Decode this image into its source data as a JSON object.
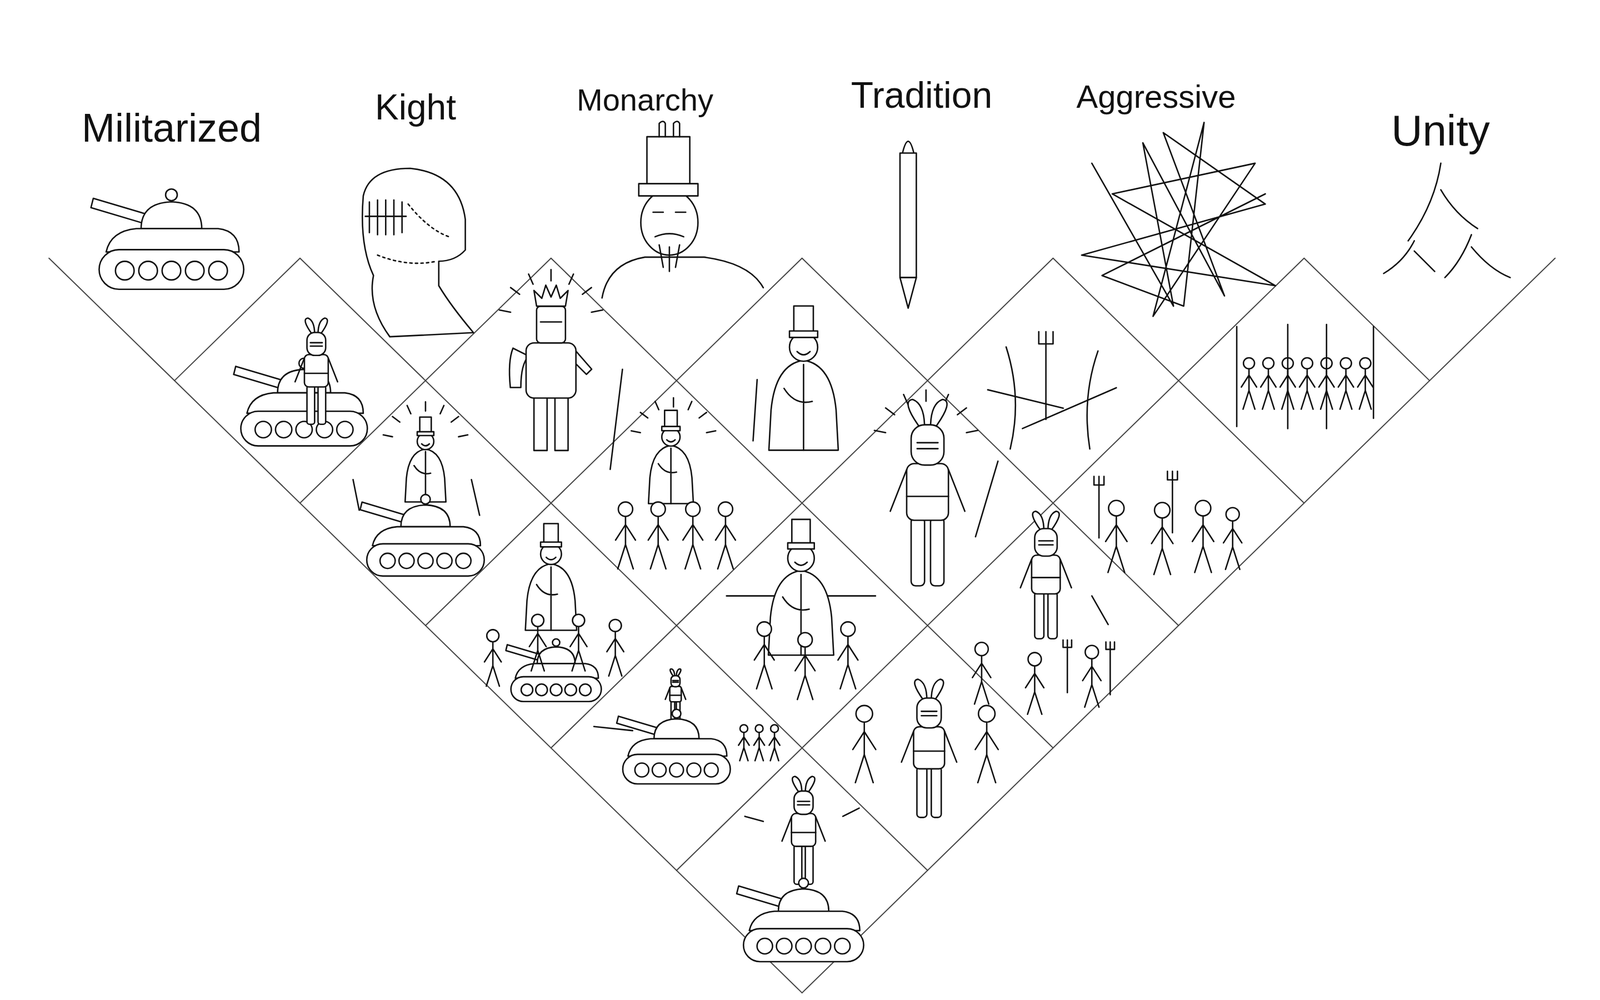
{
  "diagram": {
    "labels": [
      "Militarized",
      "Kight",
      "Monarchy",
      "Tradition",
      "Aggressive",
      "Unity"
    ]
  }
}
